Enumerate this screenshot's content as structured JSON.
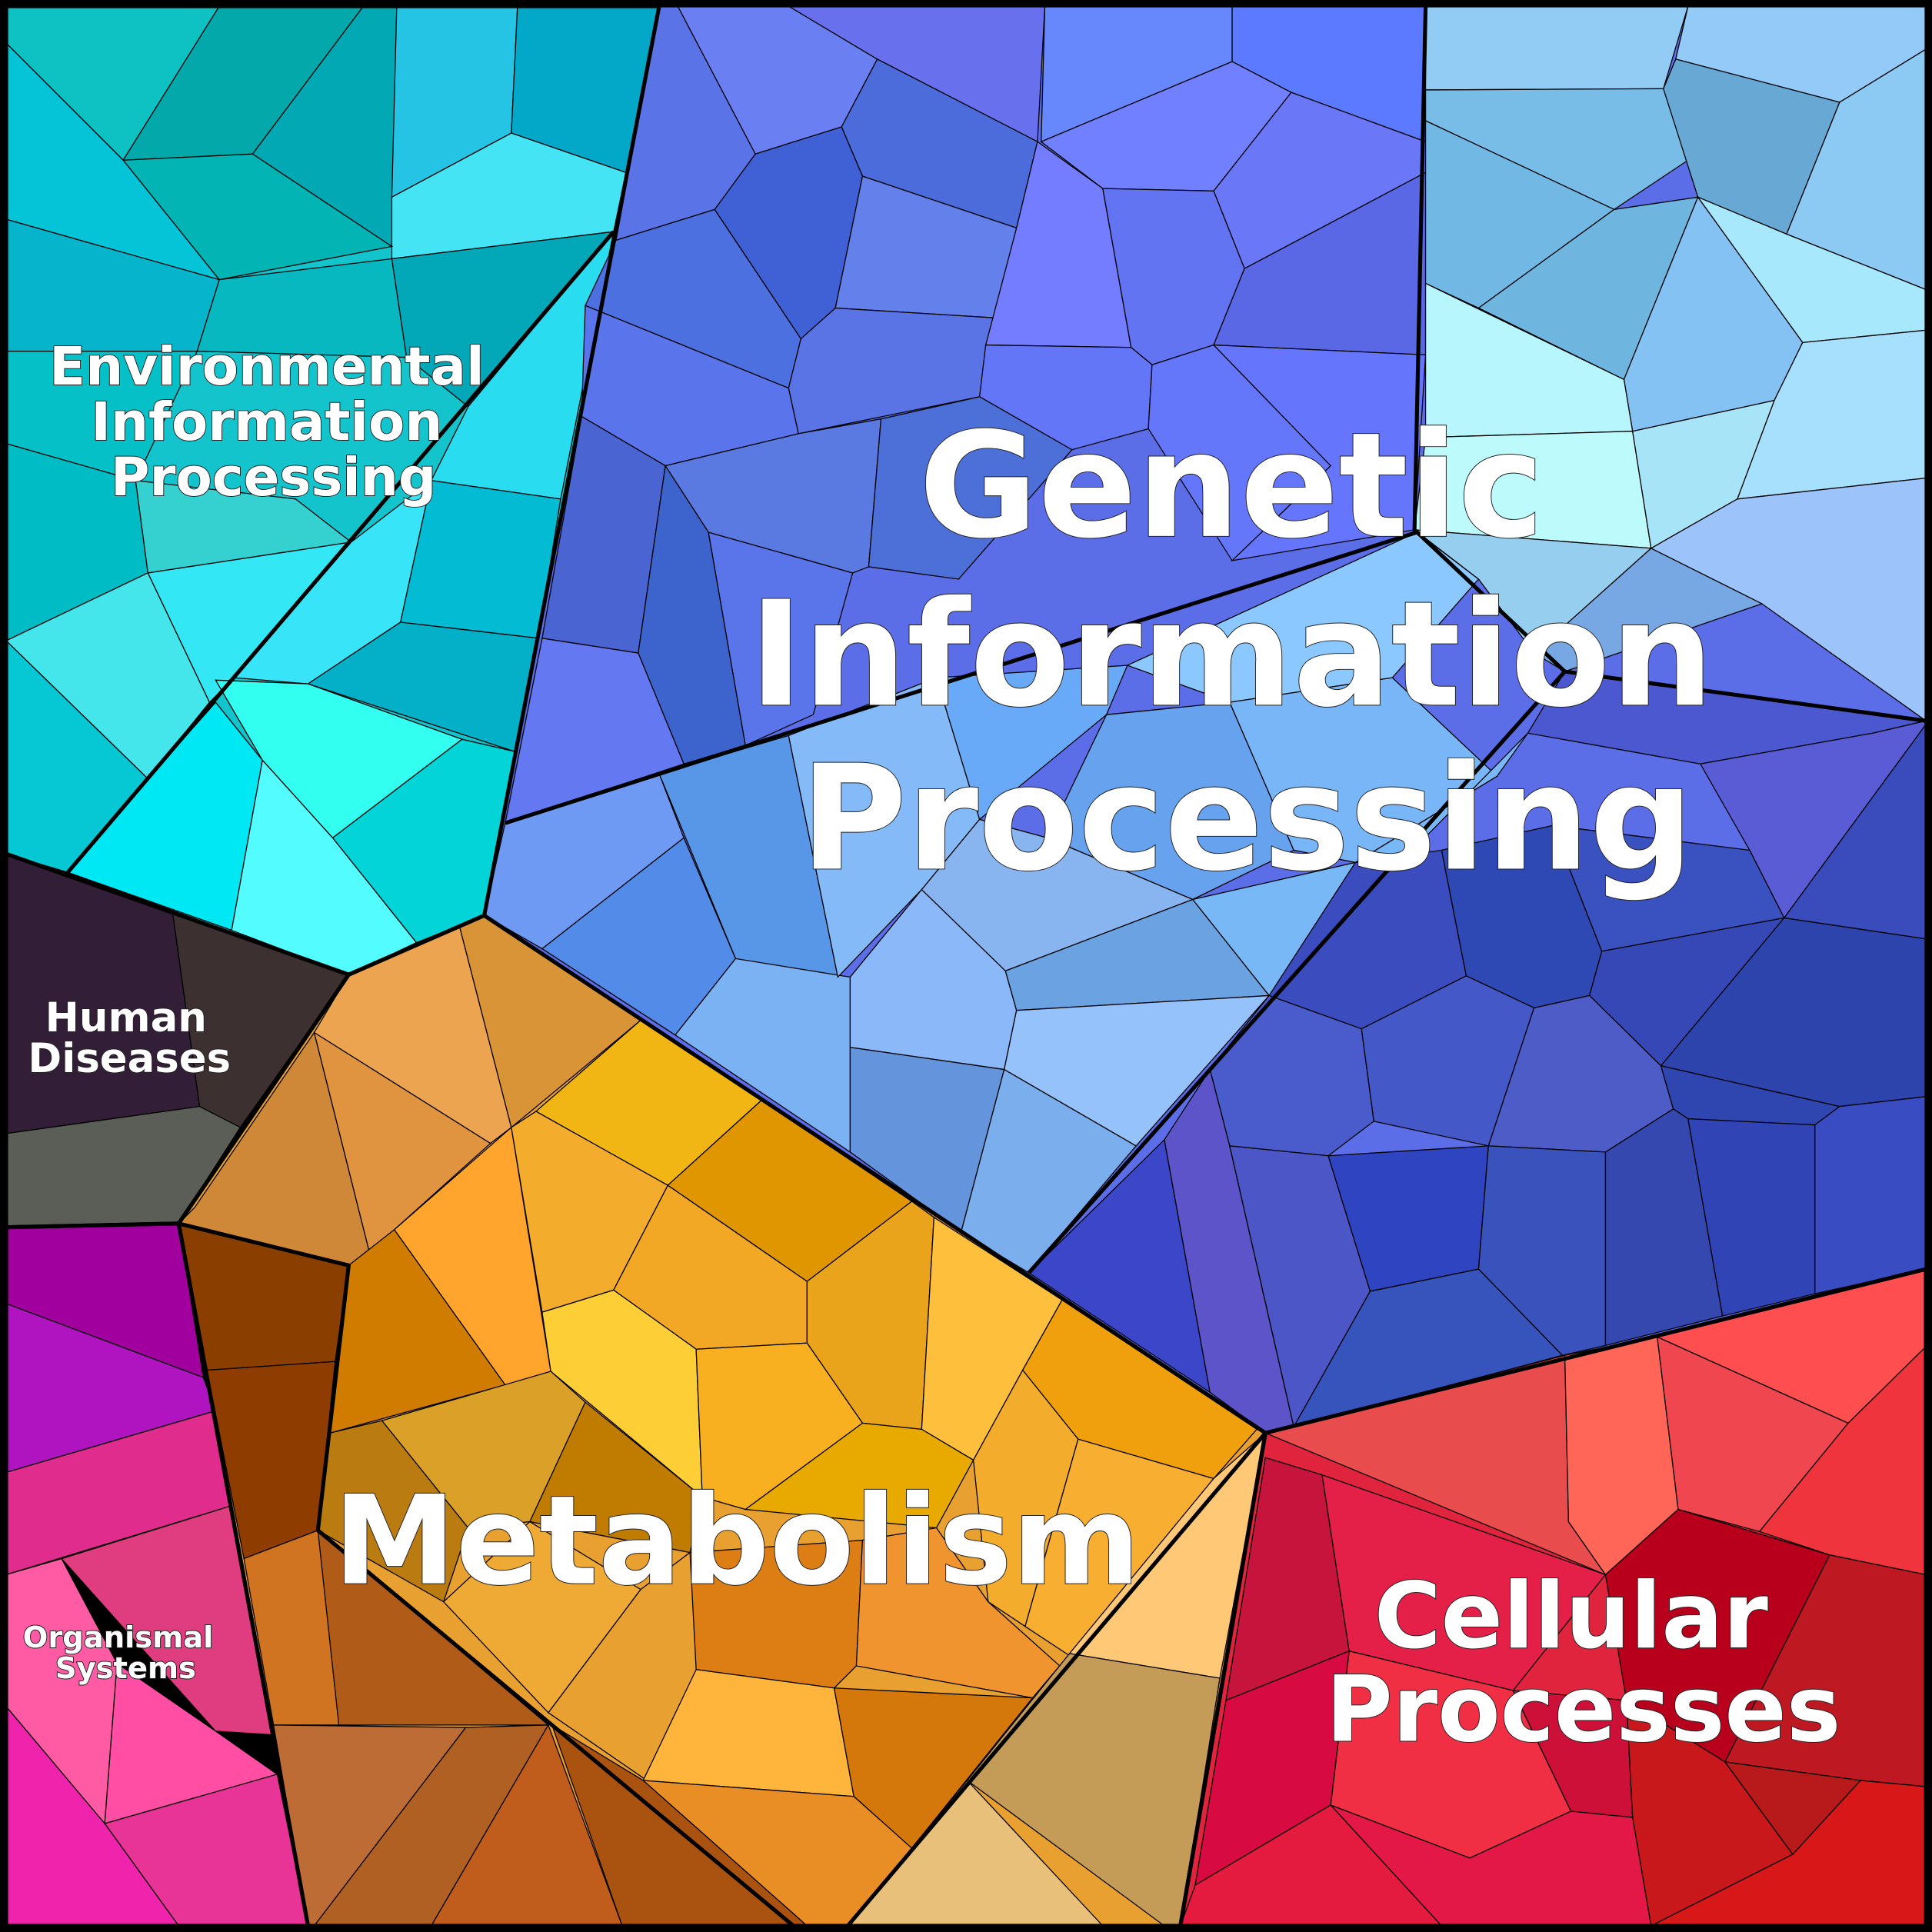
{
  "categories": [
    {
      "id": "genetic",
      "label_lines": [
        "Genetic",
        "Information",
        "Processing"
      ],
      "color": "#5b6fe8"
    },
    {
      "id": "environmental",
      "label_lines": [
        "Environmental",
        "Information",
        "Processing"
      ],
      "color": "#14c4d0"
    },
    {
      "id": "metabolism",
      "label_lines": [
        "Metabolism"
      ],
      "color": "#eaa428"
    },
    {
      "id": "cellular",
      "label_lines": [
        "Cellular",
        "Processes"
      ],
      "color": "#e0243e"
    },
    {
      "id": "human",
      "label_lines": [
        "Human",
        "Diseases"
      ],
      "color": "#2e2626"
    },
    {
      "id": "organismal",
      "label_lines": [
        "Organismal",
        "Systems"
      ],
      "color": "#e8388e"
    }
  ]
}
